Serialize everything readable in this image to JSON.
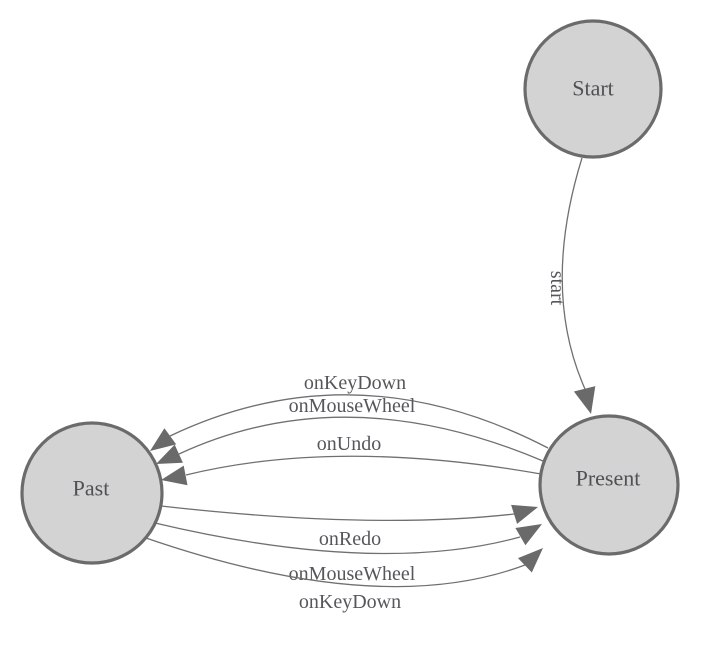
{
  "diagram": {
    "type": "state-machine",
    "nodes": [
      {
        "id": "start",
        "label": "Start"
      },
      {
        "id": "present",
        "label": "Present"
      },
      {
        "id": "past",
        "label": "Past"
      }
    ],
    "edges": [
      {
        "from": "Start",
        "to": "Present",
        "label": "start"
      },
      {
        "from": "Present",
        "to": "Past",
        "label": "onKeyDown"
      },
      {
        "from": "Present",
        "to": "Past",
        "label": "onMouseWheel"
      },
      {
        "from": "Present",
        "to": "Past",
        "label": "onUndo"
      },
      {
        "from": "Past",
        "to": "Present",
        "label": "onRedo"
      },
      {
        "from": "Past",
        "to": "Present",
        "label": "onMouseWheel"
      },
      {
        "from": "Past",
        "to": "Present",
        "label": "onKeyDown"
      }
    ],
    "colors": {
      "background": "#ffffff",
      "node_fill": "#d3d3d3",
      "node_stroke": "#6b6b6b",
      "edge_stroke": "#707070",
      "arrow_fill": "#6a6a6a",
      "node_text": "#4f5054",
      "edge_text": "#56575b"
    }
  }
}
